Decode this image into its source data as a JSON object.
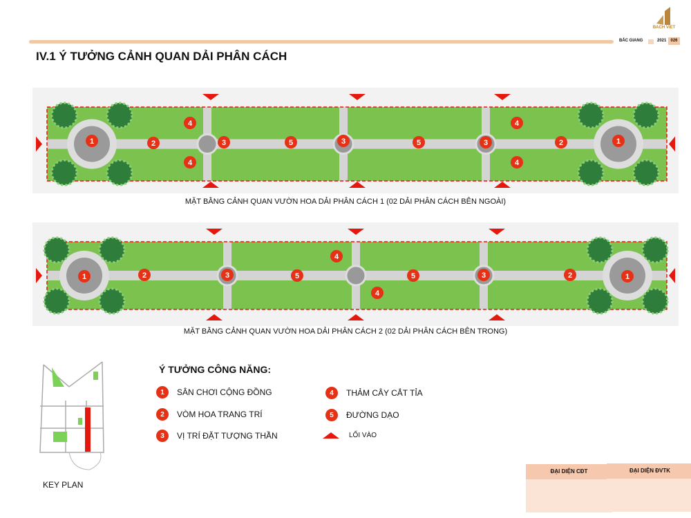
{
  "header": {
    "brand": "BACH VIET",
    "location": "BẮC GIANG",
    "year": "2021",
    "page": "026"
  },
  "title": "IV.1 Ý TƯỞNG CẢNH QUAN DẢI PHÂN CÁCH",
  "plan1": {
    "caption": "MẶT BẰNG CẢNH QUAN VƯỜN HOA DẢI PHÂN CÁCH 1 (02 DẢI PHÂN CÁCH BÊN NGOÀI)",
    "markers": [
      "1",
      "2",
      "4",
      "4",
      "3",
      "5",
      "3",
      "5",
      "3",
      "4",
      "4",
      "2",
      "1"
    ]
  },
  "plan2": {
    "caption": "MẶT BẰNG CẢNH QUAN VƯỜN HOA DẢI PHÂN CÁCH 2 (02 DẢI PHÂN CÁCH BÊN TRONG)",
    "markers": [
      "1",
      "2",
      "3",
      "5",
      "4",
      "4",
      "5",
      "3",
      "2",
      "1"
    ]
  },
  "legend": {
    "heading": "Ý TƯỞNG CÔNG NĂNG:",
    "items": [
      {
        "num": "1",
        "label": "SÂN CHƠI CỘNG ĐỒNG"
      },
      {
        "num": "2",
        "label": "VÒM HOA TRANG TRÍ"
      },
      {
        "num": "3",
        "label": "VỊ TRÍ ĐẶT TƯỢNG THẦN"
      },
      {
        "num": "4",
        "label": "THẢM CÂY CẮT TỈA"
      },
      {
        "num": "5",
        "label": "ĐƯỜNG DẠO"
      }
    ],
    "entrance": "LỐI VÀO"
  },
  "key_plan": "KEY PLAN",
  "signatures": {
    "owner": "ĐẠI DIỆN CĐT",
    "designer": "ĐẠI DIỆN ĐVTK"
  },
  "colors": {
    "accent": "#e53217",
    "grass": "#7cc24e",
    "paving": "#c8c8c8"
  }
}
